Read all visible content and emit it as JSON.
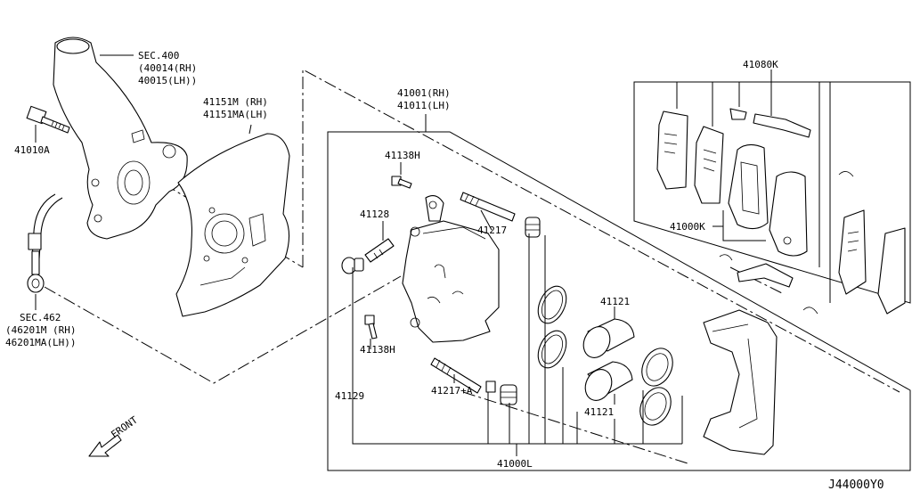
{
  "labels": {
    "sec400": "SEC.400",
    "l40014": "(40014(RH)",
    "l40015": " 40015(LH))",
    "l41151m": "41151M (RH)",
    "l41151ma": "41151MA(LH)",
    "l41010a": "41010A",
    "sec462": "SEC.462",
    "l46201m": "(46201M (RH)",
    "l46201ma": " 46201MA(LH))",
    "l41001": "41001(RH)",
    "l41011": "41011(LH)",
    "l41138h_a": "41138H",
    "l41128": "41128",
    "l41217": "41217",
    "l41121_a": "41121",
    "l41138h_b": "41138H",
    "l41129": "41129",
    "l41217a": "41217+A",
    "l41121_b": "41121",
    "l41000l": "41000L",
    "l41080k": "41080K",
    "l41000k": "41000K",
    "front": "FRONT",
    "code": "J44000Y0"
  }
}
